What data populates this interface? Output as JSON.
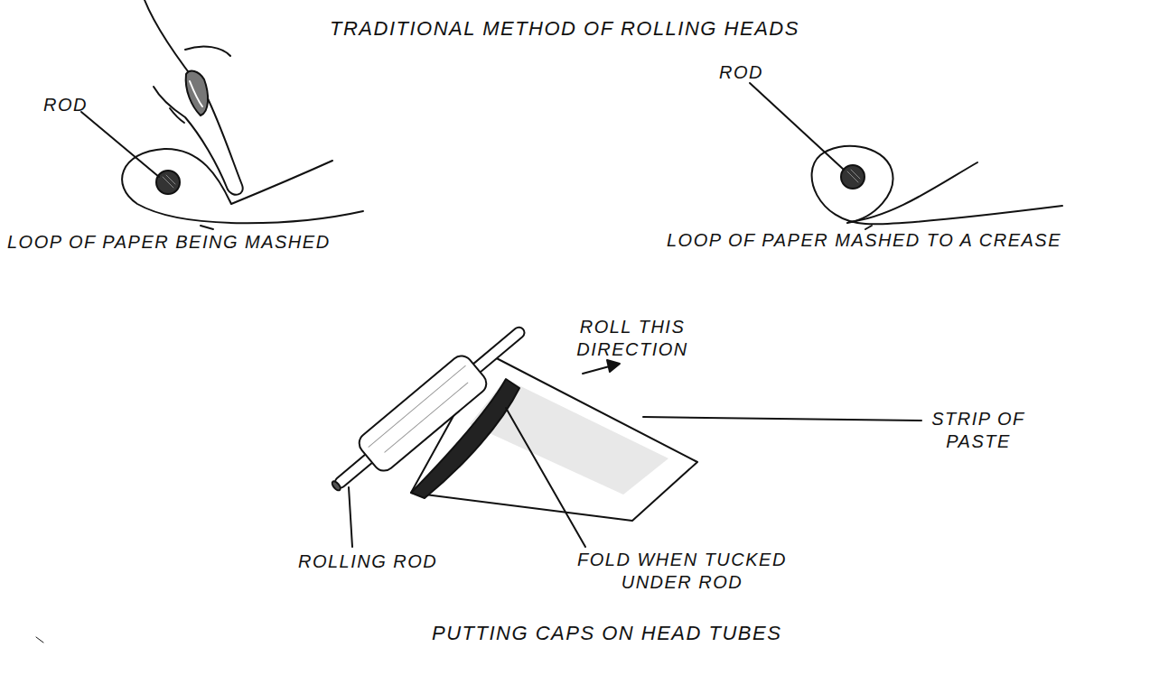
{
  "diagram": {
    "title": "TRADITIONAL METHOD OF ROLLING HEADS",
    "labels": [
      "ROD",
      "LOOP OF PAPER BEING MASHED",
      "ROD",
      "LOOP OF PAPER MASHED TO A CREASE",
      "ROLL THIS DIRECTION",
      "STRIP OF PASTE",
      "ROLLING ROD",
      "FOLD WHEN TUCKED UNDER ROD",
      "PUTTING CAPS ON HEAD TUBES"
    ]
  }
}
